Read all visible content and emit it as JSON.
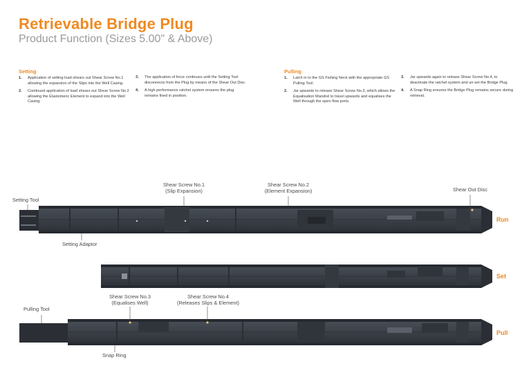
{
  "header": {
    "title": "Retrievable Bridge Plug",
    "subtitle": "Product Function (Sizes 5.00\" & Above)"
  },
  "setting": {
    "heading": "Setting",
    "steps": [
      {
        "num": "1.",
        "text": "Application of setting load shears out Shear Screw No.1 allowing the expansion of the Slips into the Well Casing."
      },
      {
        "num": "2.",
        "text": "Continued application of load shears out Shear Screw No.2 allowing the Elastomeric Element to expand into the Well Casing."
      },
      {
        "num": "3.",
        "text": "The application of force continues until the Setting Tool disconnects from the Plug by means of the Shear Out Disc."
      },
      {
        "num": "4.",
        "text": "A high performance ratchet system ensures the plug remains fixed in position."
      }
    ]
  },
  "pulling": {
    "heading": "Pulling",
    "steps": [
      {
        "num": "1.",
        "text": "Latch in to the GS Fishing Neck with the appropriate GS Pulling Tool."
      },
      {
        "num": "2.",
        "text": "Jar upwards to release Shear Screw No.3, which allows the Equalisation Mandrel to travel upwards and equalises the Well through the open flow ports."
      },
      {
        "num": "3.",
        "text": "Jar upwards again to release Shear Screw No.4, to deactivate the ratchet system and un-set the Bridge Plug."
      },
      {
        "num": "4.",
        "text": "A Snap Ring ensures the Bridge Plug remains secure during retrieval."
      }
    ]
  },
  "diagram": {
    "labels": {
      "shear_screw_1": "Shear Screw No.1",
      "shear_screw_1_sub": "(Slip Expansion)",
      "shear_screw_2": "Shear Screw No.2",
      "shear_screw_2_sub": "(Element Expansion)",
      "shear_out_disc": "Shear Out Disc",
      "setting_tool": "Setting Tool",
      "setting_adaptor": "Setting Adaptor",
      "shear_screw_3": "Shear Screw No.3",
      "shear_screw_3_sub": "(Equalises Well)",
      "shear_screw_4": "Shear Screw No.4",
      "shear_screw_4_sub": "(Releases Slips & Element)",
      "pulling_tool": "Pulling Tool",
      "snap_ring": "Snap Ring"
    },
    "states": {
      "run": "Run",
      "set": "Set",
      "pull": "Pull"
    }
  },
  "colors": {
    "accent": "#ef8a22",
    "tool_body": "#3b4048",
    "tool_dark": "#262a30",
    "tool_light": "#5a6069",
    "subtitle": "#9a9a9a"
  }
}
